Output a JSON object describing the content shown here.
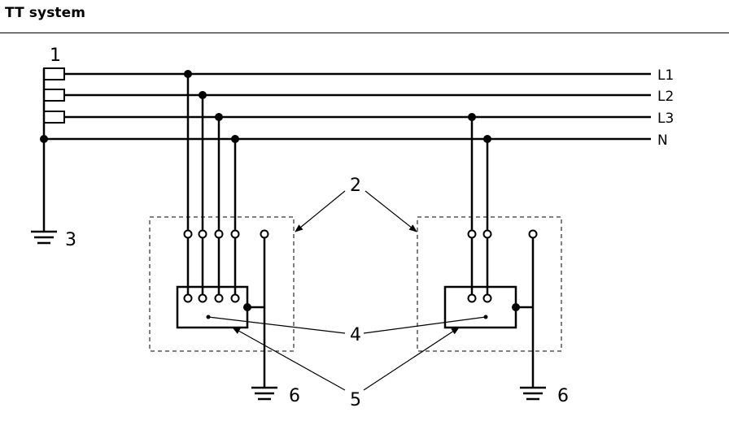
{
  "header": {
    "title": "TT system"
  },
  "conductors": [
    {
      "id": "l1",
      "label": "L1"
    },
    {
      "id": "l2",
      "label": "L2"
    },
    {
      "id": "l3",
      "label": "L3"
    },
    {
      "id": "n",
      "label": "N"
    }
  ],
  "callouts": {
    "source": "1",
    "consumer_installation": "2",
    "system_earth": "3",
    "exposed_conductive_parts": "4",
    "protective_conductor": "5",
    "consumer_earth_left": "6",
    "consumer_earth_right": "6"
  },
  "colors": {
    "ink": "#000000",
    "background": "#ffffff"
  }
}
